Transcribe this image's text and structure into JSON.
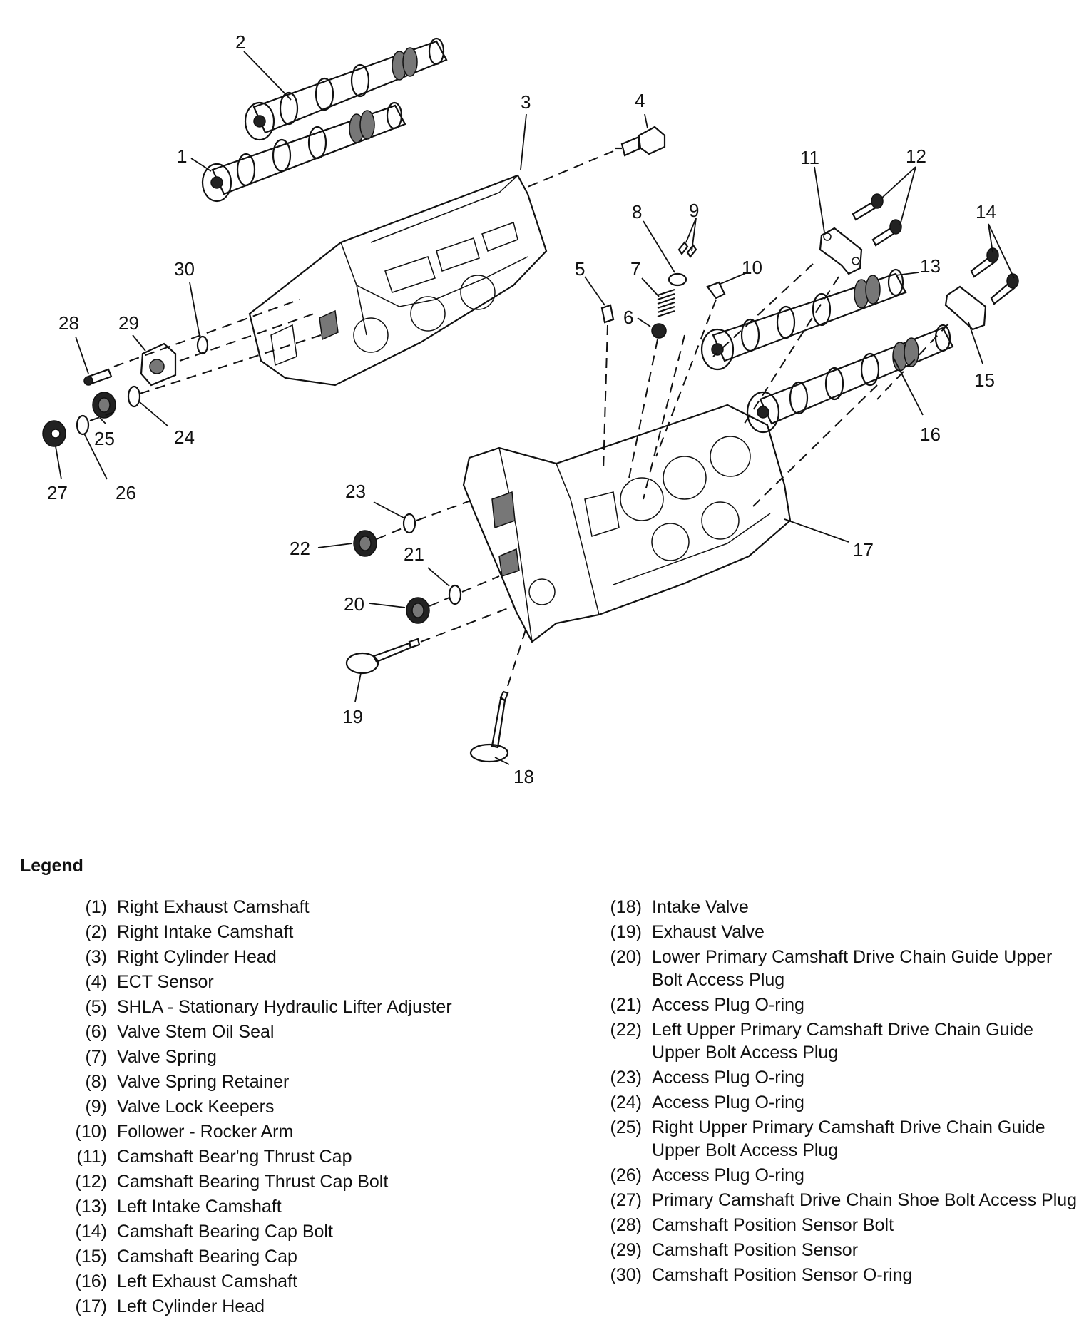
{
  "callouts": [
    "1",
    "2",
    "3",
    "4",
    "5",
    "6",
    "7",
    "8",
    "9",
    "10",
    "11",
    "12",
    "13",
    "14",
    "15",
    "16",
    "17",
    "18",
    "19",
    "20",
    "21",
    "22",
    "23",
    "24",
    "25",
    "26",
    "27",
    "28",
    "29",
    "30"
  ],
  "legend": {
    "title": "Legend",
    "left": [
      {
        "num": "(1)",
        "text": "Right Exhaust Camshaft"
      },
      {
        "num": "(2)",
        "text": "Right Intake Camshaft"
      },
      {
        "num": "(3)",
        "text": "Right Cylinder Head"
      },
      {
        "num": "(4)",
        "text": "ECT Sensor"
      },
      {
        "num": "(5)",
        "text": "SHLA - Stationary Hydraulic Lifter Adjuster"
      },
      {
        "num": "(6)",
        "text": "Valve Stem Oil Seal"
      },
      {
        "num": "(7)",
        "text": "Valve Spring"
      },
      {
        "num": "(8)",
        "text": "Valve Spring Retainer"
      },
      {
        "num": "(9)",
        "text": "Valve Lock Keepers"
      },
      {
        "num": "(10)",
        "text": "Follower - Rocker Arm"
      },
      {
        "num": "(11)",
        "text": "Camshaft Bear'ng Thrust Cap"
      },
      {
        "num": "(12)",
        "text": "Camshaft Bearing Thrust Cap Bolt"
      },
      {
        "num": "(13)",
        "text": "Left Intake Camshaft"
      },
      {
        "num": "(14)",
        "text": "Camshaft Bearing Cap Bolt"
      },
      {
        "num": "(15)",
        "text": "Camshaft Bearing Cap"
      },
      {
        "num": "(16)",
        "text": "Left Exhaust Camshaft"
      },
      {
        "num": "(17)",
        "text": "Left Cylinder Head"
      }
    ],
    "right": [
      {
        "num": "(18)",
        "text": "Intake Valve"
      },
      {
        "num": "(19)",
        "text": "Exhaust Valve"
      },
      {
        "num": "(20)",
        "text": "Lower Primary Camshaft Drive Chain Guide Upper Bolt Access Plug"
      },
      {
        "num": "(21)",
        "text": "Access Plug O-ring"
      },
      {
        "num": "(22)",
        "text": "Left Upper Primary Camshaft Drive Chain Guide Upper Bolt Access Plug"
      },
      {
        "num": "(23)",
        "text": "Access Plug O-ring"
      },
      {
        "num": "(24)",
        "text": "Access Plug O-ring"
      },
      {
        "num": "(25)",
        "text": "Right Upper Primary Camshaft Drive Chain Guide Upper Bolt Access Plug"
      },
      {
        "num": "(26)",
        "text": "Access Plug O-ring"
      },
      {
        "num": "(27)",
        "text": "Primary Camshaft Drive Chain Shoe Bolt Access Plug"
      },
      {
        "num": "(28)",
        "text": "Camshaft Position Sensor Bolt"
      },
      {
        "num": "(29)",
        "text": "Camshaft Position Sensor"
      },
      {
        "num": "(30)",
        "text": "Camshaft Position Sensor O-ring"
      }
    ]
  }
}
